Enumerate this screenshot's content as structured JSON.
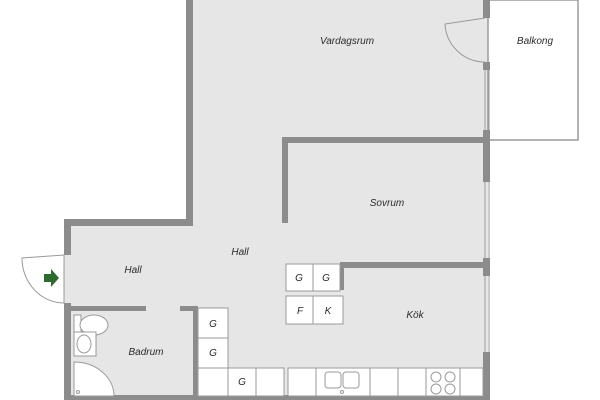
{
  "floor_plan": {
    "rooms": {
      "vardagsrum": "Vardagsrum",
      "balkong": "Balkong",
      "sovrum": "Sovrum",
      "hall_left": "Hall",
      "hall_center": "Hall",
      "kok": "Kök",
      "badrum": "Badrum"
    },
    "cabinets": {
      "g1": "G",
      "g2": "G",
      "f": "F",
      "k": "K",
      "g_bath_1": "G",
      "g_bath_2": "G",
      "g_bottom": "G"
    },
    "icons": [
      "entrance-arrow-icon",
      "toilet-icon",
      "sink-icon",
      "shower-icon",
      "kitchen-sink-icon",
      "stove-icon"
    ],
    "colors": {
      "floor": "#e6e6e6",
      "wall": "#8c8c8c",
      "arrow": "#2f6a2f",
      "line": "#9a9a9a"
    }
  }
}
